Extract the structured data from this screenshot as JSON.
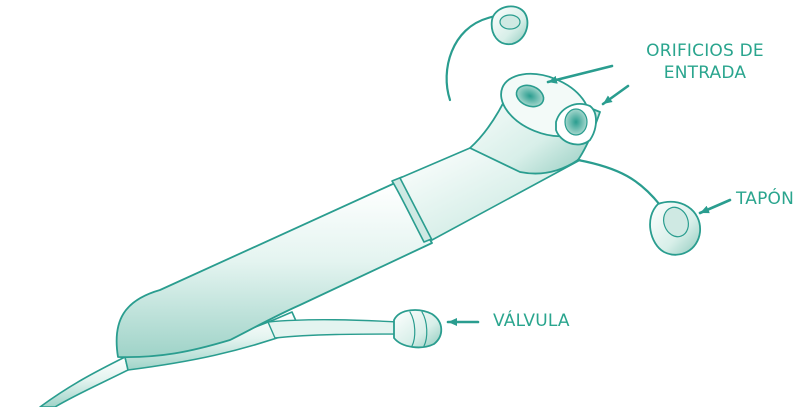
{
  "labels": {
    "inlet_holes": [
      "ORIFICIOS DE",
      "ENTRADA"
    ],
    "cap": "TAPÓN",
    "valve": "VÁLVULA"
  },
  "colors": {
    "ink": "#2a9d8f",
    "label": "#2aa58e",
    "shade": "#9fd3c8",
    "light": "#e4f4f0"
  },
  "icons": [
    "catheter-illustration",
    "arrow-left-icon"
  ]
}
